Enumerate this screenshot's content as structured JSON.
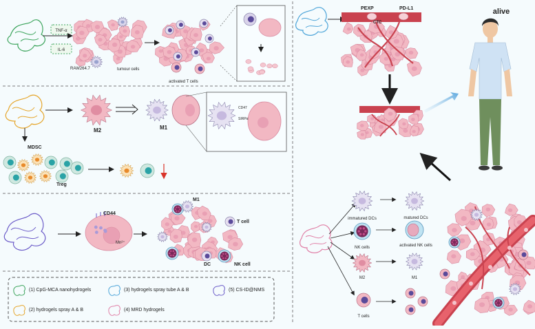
{
  "colors": {
    "background": "#f5fbfd",
    "panel_border": "#7a7a7a",
    "cell_pink": "#f2b8c3",
    "cell_pink_dark": "#d98aa0",
    "nucleus": "#a9b3da",
    "vessel": "#c9424f",
    "arrow_red": "#d9342b",
    "arrow_blue": "#6cb1dd",
    "skin": "#efc7a3",
    "shirt": "#cfe2f4",
    "pants": "#6f8f5d",
    "hydrogel_green": "#3aa35a",
    "hydrogel_orange": "#e5a52a",
    "hydrogel_blue": "#4aa3d8",
    "hydrogel_pink": "#e07fa6",
    "hydrogel_purple": "#6a5ac8"
  },
  "panel1": {
    "tnf_label": "TNF-α",
    "il_label": "IL-6",
    "raw_label": "RAW264.7",
    "tumour_label": "tumour cells",
    "activated_label": "activated T cells"
  },
  "panel2": {
    "m2_label": "M2",
    "m1_label": "M1",
    "cd47_label": "CD47",
    "sirpa_label": "SIRPα",
    "mdsc_label": "MDSC",
    "treg_label": "Treg"
  },
  "panel3": {
    "cd44_label": "CD44",
    "mn_label": "Mn²⁺",
    "m1_label": "M1",
    "tcell_label": "T cell",
    "dc_label": "DC",
    "nk_label": "NK cell"
  },
  "legend": {
    "item1": "(1) CpG-MCA nanohydrogels",
    "item2": "(2) hydrogels spray A & B",
    "item3": "(3) hydrogels spray tube A & B",
    "item4": "(4) MRD hydrogels",
    "item5": "(5) CS-ID@NMS"
  },
  "right": {
    "pexp_label": "PEXP",
    "pdl1_label": "PD-L1",
    "ctc_label": "CTC",
    "alive_label": "alive",
    "immature_dc": "immatured DCs",
    "mature_dc": "matured DCs",
    "nk_cells": "NK cells",
    "activated_nk": "activated NK cells",
    "m2": "M2",
    "m1": "M1",
    "t_cells": "T cells"
  }
}
